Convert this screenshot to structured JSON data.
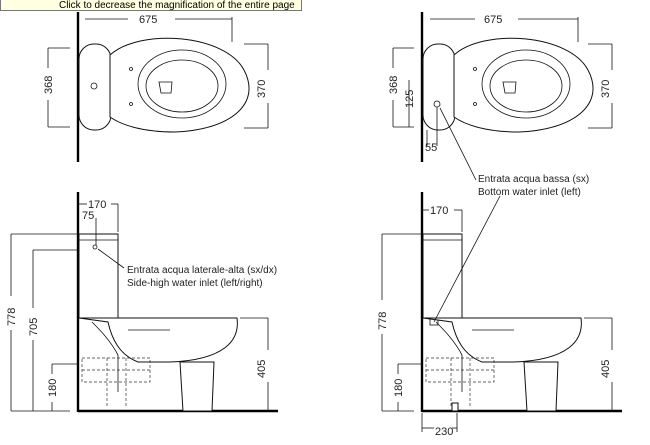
{
  "tooltip": "Click to decrease the magnification of the entire page",
  "top_left": {
    "width": "675",
    "height_left": "368",
    "height_right": "370"
  },
  "top_right": {
    "width": "675",
    "height_left": "368",
    "inner": "125",
    "height_right": "370",
    "offset": "55"
  },
  "side_left": {
    "d170": "170",
    "d75": "75",
    "d778": "778",
    "d705": "705",
    "d405": "405",
    "d180": "180",
    "inlet_it": "Entrata acqua laterale-alta (sx/dx)",
    "inlet_en": "Side-high water inlet (left/right)"
  },
  "side_right": {
    "d170": "170",
    "d778": "778",
    "d405": "405",
    "d180": "180",
    "d230": "230",
    "inlet_it": "Entrata acqua bassa (sx)",
    "inlet_en": "Bottom water inlet (left)"
  },
  "colors": {
    "line": "#111111",
    "tooltip_bg": "#ffffe1"
  }
}
